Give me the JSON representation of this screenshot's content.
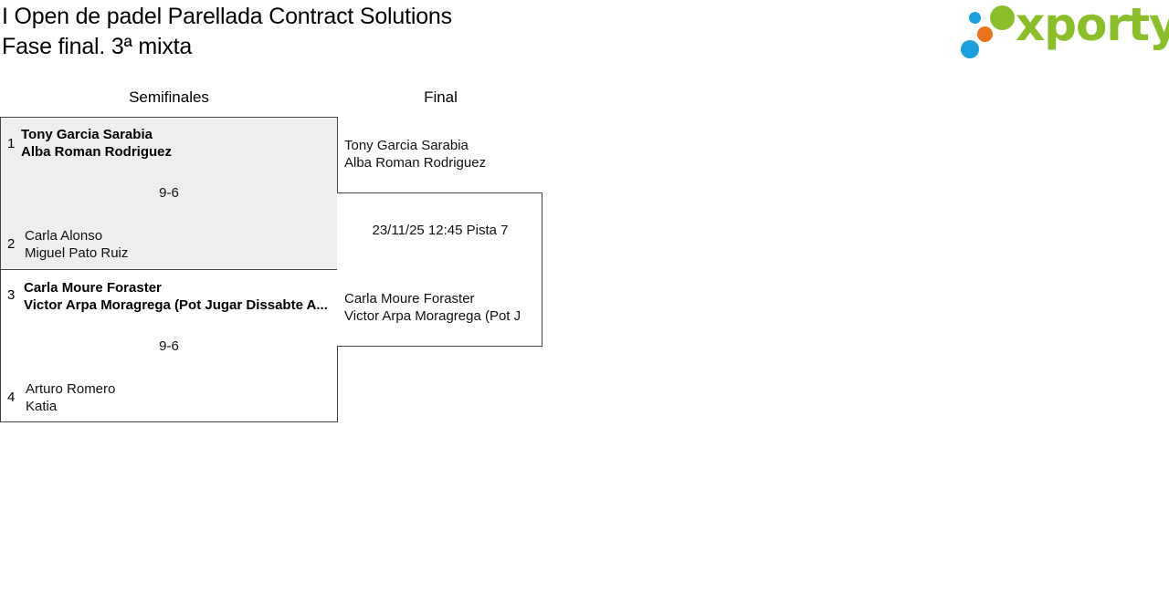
{
  "title": {
    "line1": "I Open de padel Parellada Contract Solutions",
    "line2": "Fase final. 3ª mixta"
  },
  "logo": {
    "text": "xporty",
    "colors": {
      "green": "#8bbf2a",
      "blue": "#1aa0dc",
      "orange": "#e8731a"
    }
  },
  "rounds": {
    "semifinals": "Semifinales",
    "final": "Final"
  },
  "semifinals": [
    {
      "top": {
        "seed": "1",
        "players": [
          "Tony Garcia Sarabia",
          "Alba Roman Rodriguez"
        ],
        "winner": true
      },
      "score": "9-6",
      "bottom": {
        "seed": "2",
        "players": [
          "Carla Alonso",
          "Miguel Pato Ruiz"
        ],
        "winner": false
      }
    },
    {
      "top": {
        "seed": "3",
        "players": [
          "Carla Moure Foraster",
          "Victor Arpa Moragrega (Pot Jugar Dissabte A..."
        ],
        "winner": true
      },
      "score": "9-6",
      "bottom": {
        "seed": "4",
        "players": [
          "Arturo Romero",
          "Katia"
        ],
        "winner": false
      }
    }
  ],
  "final": {
    "top": {
      "players": [
        "Tony Garcia Sarabia",
        "Alba Roman Rodriguez"
      ]
    },
    "info": "23/11/25 12:45 Pista 7",
    "bottom": {
      "players": [
        "Carla Moure Foraster",
        "Victor Arpa Moragrega (Pot J"
      ]
    }
  }
}
